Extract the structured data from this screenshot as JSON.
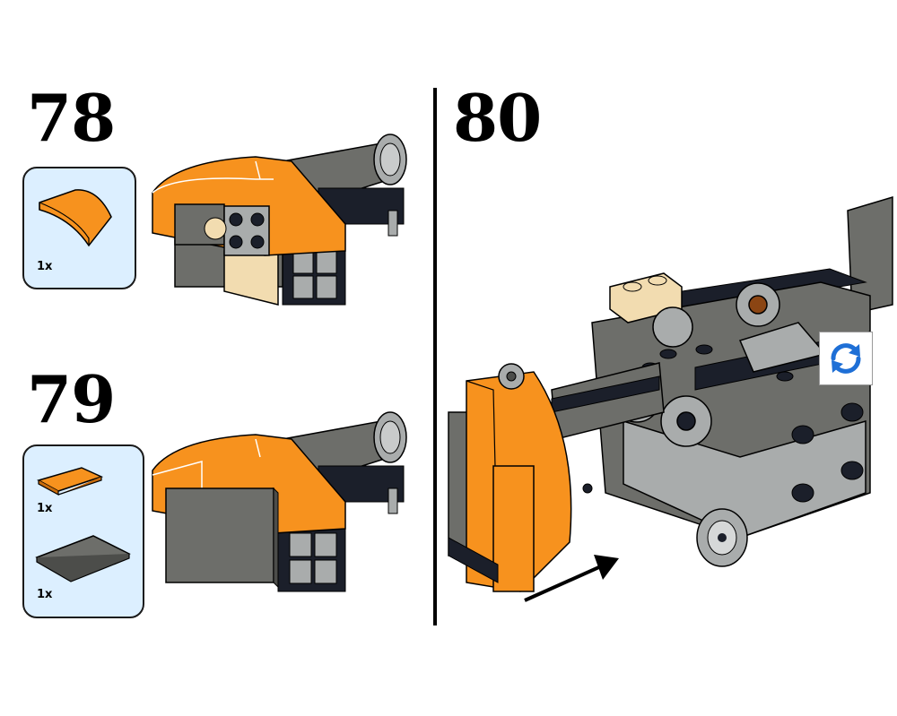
{
  "steps": [
    {
      "number": "78",
      "parts": [
        {
          "quantity": "1x",
          "part": "orange-curved-slope"
        }
      ]
    },
    {
      "number": "79",
      "parts": [
        {
          "quantity": "1x",
          "part": "orange-tile-1x2"
        },
        {
          "quantity": "1x",
          "part": "dark-gray-tile-2x4"
        }
      ]
    },
    {
      "number": "80",
      "parts": []
    }
  ],
  "colors": {
    "orange": "#f7921e",
    "dark_gray": "#6d6e6a",
    "light_gray": "#a9acac",
    "black": "#1b1f2a",
    "tan": "#f2dcb0",
    "parts_bg": "#dcefff",
    "rotate_blue": "#1e6fd6"
  },
  "icons": {
    "rotate": "rotate-arrows-icon",
    "direction": "arrow-icon"
  }
}
